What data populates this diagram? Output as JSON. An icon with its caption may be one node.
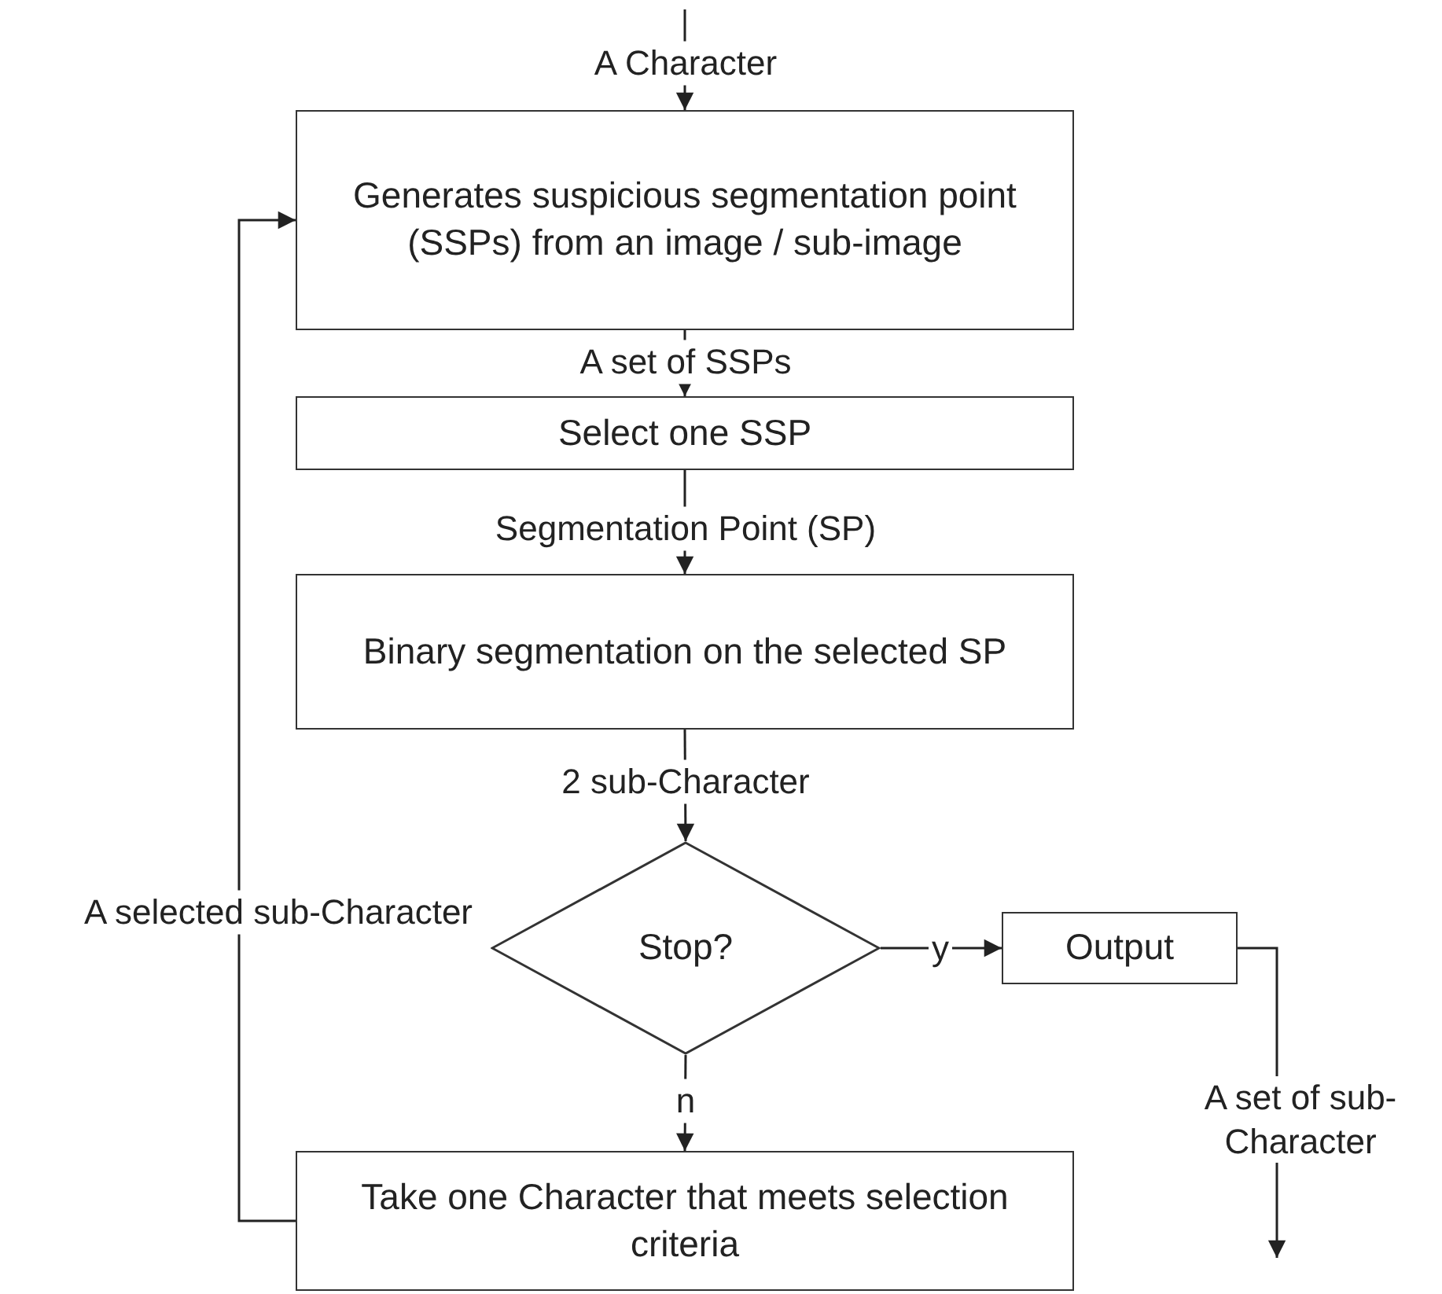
{
  "diagram": {
    "nodes": [
      {
        "text": [
          "Generates suspicious segmentation point (SSPs) from an image / sub-image"
        ]
      },
      {
        "text": [
          "Select one SSP"
        ]
      },
      {
        "text": [
          "Binary segmentation on the selected SP"
        ]
      },
      {
        "text": [
          "Stop?"
        ]
      },
      {
        "text": [
          "Output"
        ]
      },
      {
        "text": [
          "Take one Character that meets selection criteria"
        ]
      }
    ],
    "edges": [
      {
        "from": null,
        "to": 0,
        "arrow": "to",
        "label": "A Character"
      },
      {
        "from": 0,
        "to": 1,
        "arrow": "to",
        "label": "A set of SSPs"
      },
      {
        "from": 1,
        "to": 2,
        "arrow": "to",
        "label": "Segmentation Point (SP)"
      },
      {
        "from": 2,
        "to": 3,
        "arrow": "to",
        "label": "2 sub-Character"
      },
      {
        "from": 3,
        "to": 4,
        "arrow": "to",
        "label": "y"
      },
      {
        "from": 3,
        "to": 5,
        "arrow": "to",
        "label": "n"
      },
      {
        "from": 5,
        "to": 0,
        "arrow": "to",
        "label": "A selected sub-Character"
      },
      {
        "from": 4,
        "to": null,
        "arrow": "to",
        "label": "A set of sub-Character"
      }
    ]
  }
}
